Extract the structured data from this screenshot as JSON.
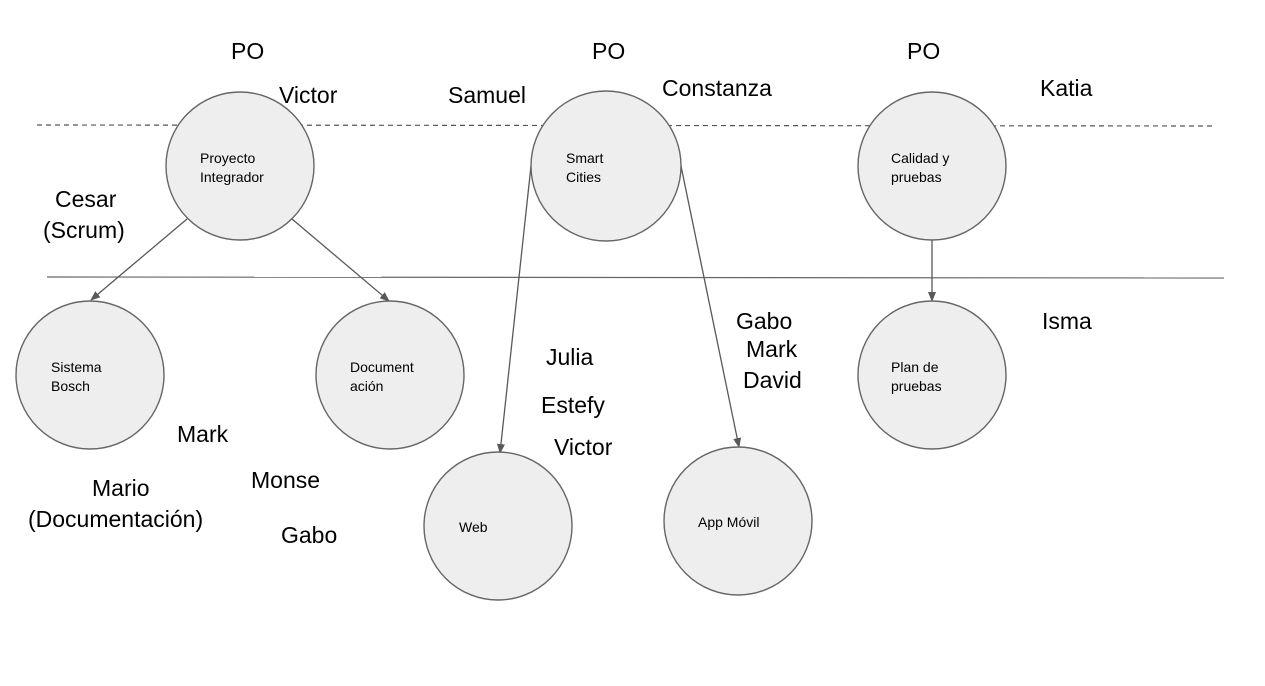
{
  "nodes": {
    "proyecto_integrador": [
      "Proyecto",
      "Integrador"
    ],
    "smart_cities": [
      "Smart",
      "Cities"
    ],
    "calidad_pruebas": [
      "Calidad y",
      "pruebas"
    ],
    "sistema_bosch": [
      "Sistema",
      "Bosch"
    ],
    "documentacion": [
      "Document",
      "ación"
    ],
    "web": [
      "Web"
    ],
    "app_movil": [
      "App Móvil"
    ],
    "plan_pruebas": [
      "Plan de",
      "pruebas"
    ]
  },
  "labels": {
    "po_1": "PO",
    "po_2": "PO",
    "po_3": "PO",
    "victor_top": "Victor",
    "samuel": "Samuel",
    "constanza": "Constanza",
    "katia": "Katia",
    "cesar": [
      "Cesar",
      "(Scrum)"
    ],
    "mark_left": "Mark",
    "mario": [
      "Mario",
      "(Documentación)"
    ],
    "monse": "Monse",
    "gabo_left": "Gabo",
    "julia": "Julia",
    "estefy": "Estefy",
    "victor_web": "Victor",
    "gabo_app": "Gabo",
    "mark_app": "Mark",
    "david": "David",
    "isma": "Isma"
  },
  "edges": [
    {
      "from": "proyecto_integrador",
      "to": "sistema_bosch"
    },
    {
      "from": "proyecto_integrador",
      "to": "documentacion"
    },
    {
      "from": "smart_cities",
      "to": "web"
    },
    {
      "from": "smart_cities",
      "to": "app_movil"
    },
    {
      "from": "calidad_pruebas",
      "to": "plan_pruebas"
    }
  ],
  "colors": {
    "node_fill": "#eeeeee",
    "node_stroke": "#666666",
    "edge": "#595959",
    "text": "#000000"
  }
}
